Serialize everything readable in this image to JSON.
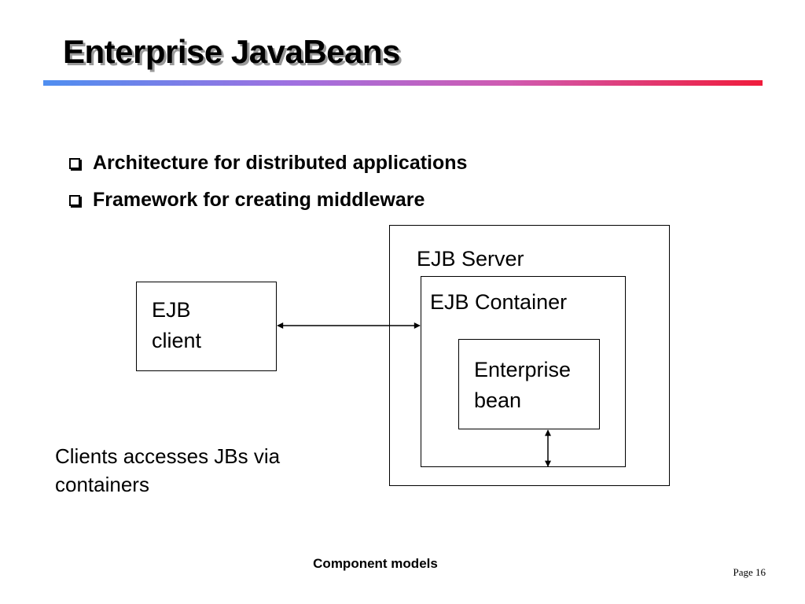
{
  "slide": {
    "title": "Enterprise JavaBeans",
    "bullets": [
      "Architecture for distributed applications",
      "Framework for creating middleware"
    ],
    "caption": "Clients accesses JBs via containers",
    "footer": "Component models",
    "page": "Page 16"
  },
  "diagram": {
    "client_label": "EJB\nclient",
    "server_label": "EJB Server",
    "container_label": "EJB Container",
    "bean_label": "Enterprise\nbean"
  },
  "colors": {
    "rule_start": "#4f8ef0",
    "rule_end": "#f01c3c",
    "title_shadow": "#9a9a9a"
  }
}
